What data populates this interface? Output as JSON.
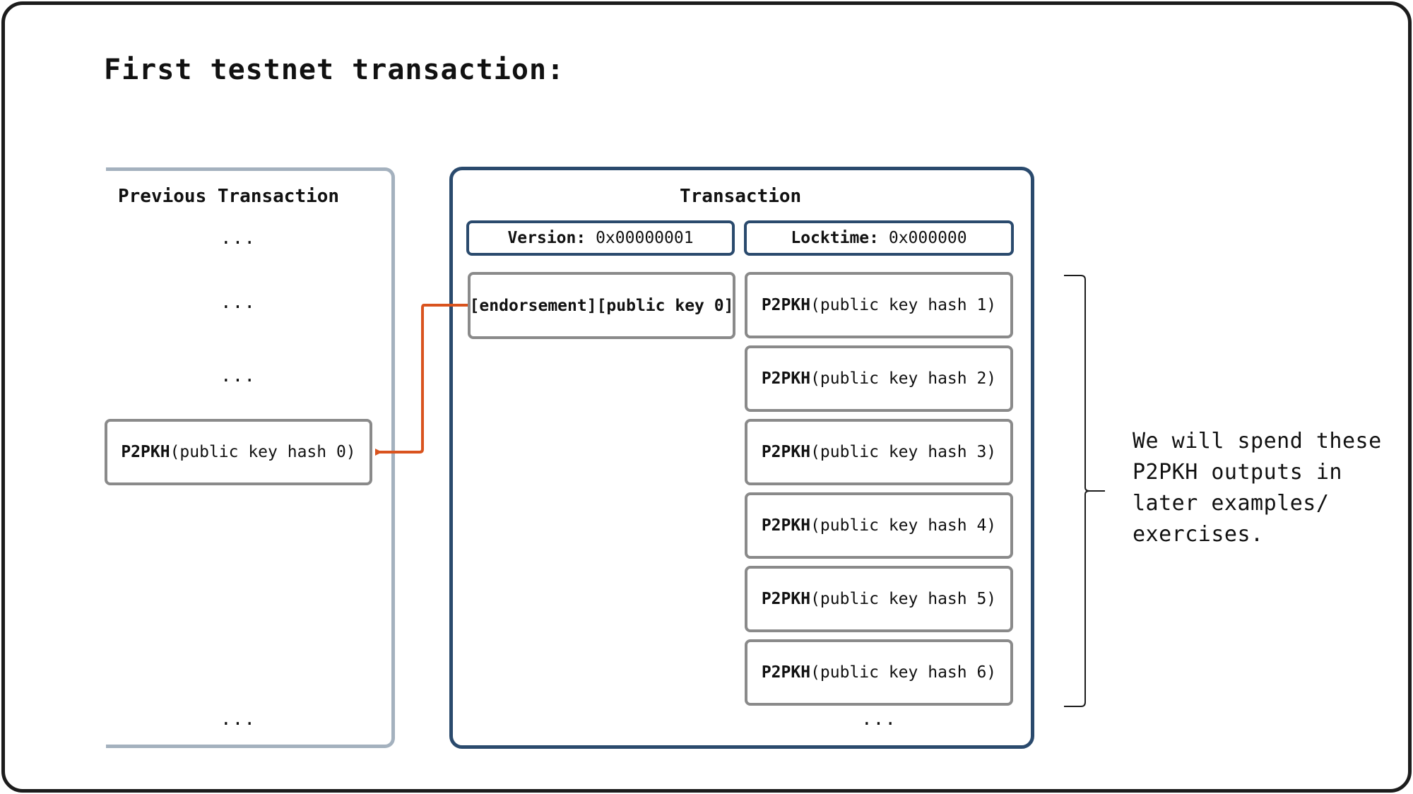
{
  "title": "First testnet transaction:",
  "previous_transaction": {
    "title": "Previous Transaction",
    "ellipses": [
      "...",
      "...",
      "...",
      "..."
    ],
    "output": {
      "kind": "P2PKH",
      "arg": "(public key hash 0)"
    }
  },
  "transaction": {
    "title": "Transaction",
    "version": {
      "label": "Version:",
      "value": "0x00000001"
    },
    "locktime": {
      "label": "Locktime:",
      "value": "0x000000"
    },
    "input": "[endorsement][public key 0]",
    "outputs": [
      {
        "kind": "P2PKH",
        "arg": "(public key hash 1)"
      },
      {
        "kind": "P2PKH",
        "arg": "(public key hash 2)"
      },
      {
        "kind": "P2PKH",
        "arg": "(public key hash 3)"
      },
      {
        "kind": "P2PKH",
        "arg": "(public key hash 4)"
      },
      {
        "kind": "P2PKH",
        "arg": "(public key hash 5)"
      },
      {
        "kind": "P2PKH",
        "arg": "(public key hash 6)"
      }
    ],
    "outputs_more": "..."
  },
  "note": "We will spend these\nP2PKH outputs in\nlater examples/\nexercises.",
  "colors": {
    "frame": "#1c1c1c",
    "previous_panel_border": "#a4b1be",
    "transaction_panel_border": "#2a4a6d",
    "box_border": "#8a8a8a",
    "arrow": "#d9531e"
  }
}
